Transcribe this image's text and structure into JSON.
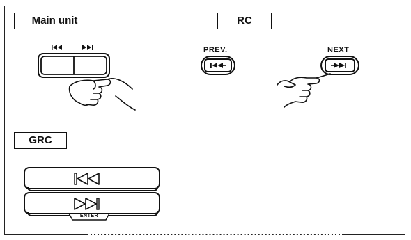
{
  "sections": {
    "main_unit": "Main unit",
    "rc": "RC",
    "grc": "GRC"
  },
  "rc_buttons": {
    "prev_label": "PREV.",
    "next_label": "NEXT"
  },
  "grc_buttons": {
    "enter_label": "ENTER"
  },
  "icons": {
    "skip_back": "skip-back-icon",
    "skip_forward": "skip-forward-icon",
    "pointing_hand": "pointing-hand-icon"
  }
}
